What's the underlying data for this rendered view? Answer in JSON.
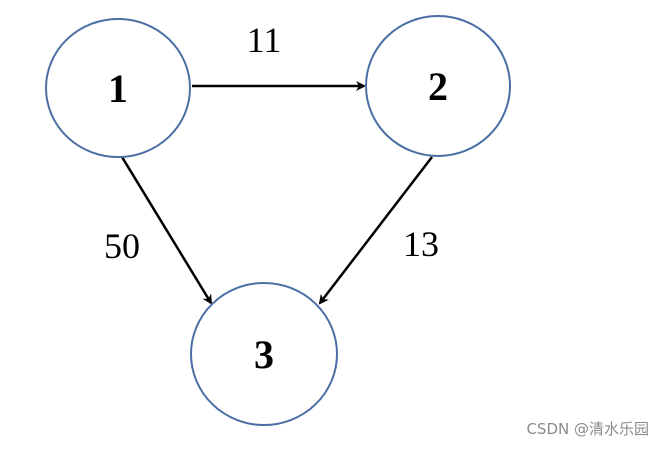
{
  "diagram": {
    "nodes": [
      {
        "id": "n1",
        "label": "1"
      },
      {
        "id": "n2",
        "label": "2"
      },
      {
        "id": "n3",
        "label": "3"
      }
    ],
    "edges": [
      {
        "from": "1",
        "to": "2",
        "weight": "11"
      },
      {
        "from": "1",
        "to": "3",
        "weight": "50"
      },
      {
        "from": "2",
        "to": "3",
        "weight": "13"
      }
    ],
    "colors": {
      "node_stroke": "#4a6fa5",
      "edge": "#000000",
      "text": "#000000"
    }
  },
  "watermark": "CSDN @清水乐园"
}
